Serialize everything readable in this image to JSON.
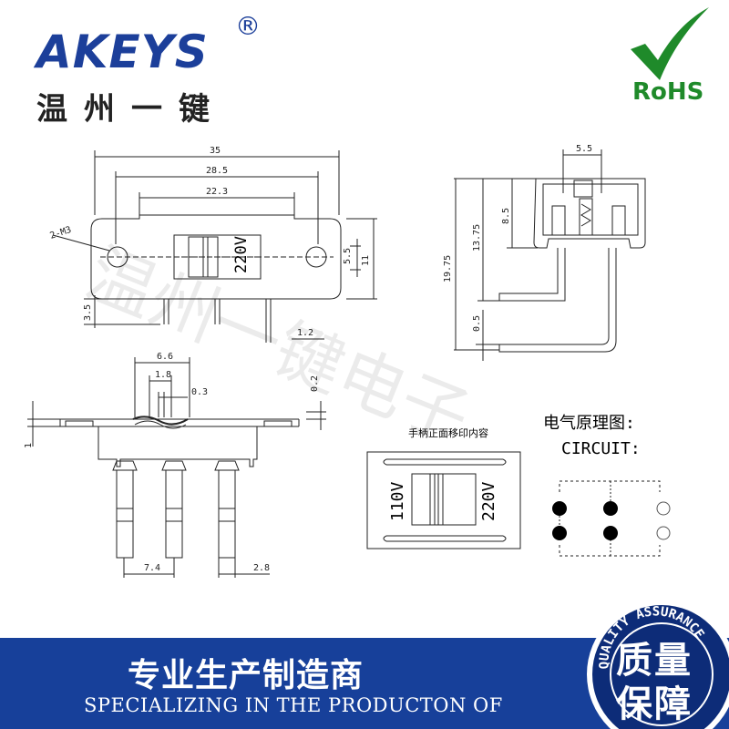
{
  "brand": {
    "logo": "AKEYS",
    "reg_mark": "®",
    "chinese_name": "温州一键"
  },
  "rohs": {
    "label": "RoHS"
  },
  "drawing": {
    "dims": {
      "d35": "35",
      "d28_5": "28.5",
      "d22_3": "22.3",
      "d2m3": "2-M3",
      "d5_5_left": "5.5",
      "d11": "11",
      "d3_5": "3.5",
      "d1_2": "1.2",
      "d6_6": "6.6",
      "d1_8": "1.8",
      "d0_3": "0.3",
      "d0_2": "0.2",
      "d1": "1",
      "d7_4": "7.4",
      "d2_8": "2.8",
      "side_5_5": "5.5",
      "side_8_5": "8.5",
      "side_13_75": "13.75",
      "side_19_75": "19.75",
      "side_0_5": "0.5"
    },
    "knob_voltage": "220V",
    "print_note": "手柄正面移印内容",
    "print_left": "110V",
    "print_right": "220V",
    "circuit_title_cn": "电气原理图:",
    "circuit_title_en": "CIRCUIT:"
  },
  "watermark": "温州一键电子",
  "footer": {
    "tagline_cn": "专业生产制造商",
    "tagline_en": "SPECIALIZING IN THE PRODUCTON OF",
    "seal_ring": "QUALITY ASSURANCE",
    "seal_line1": "质量",
    "seal_line2": "保障"
  },
  "colors": {
    "brand_blue": "#1c3f9a",
    "rohs_green": "#1f8a2a",
    "footer_blue": "#17409a",
    "seal_navy": "#0d2c78"
  }
}
